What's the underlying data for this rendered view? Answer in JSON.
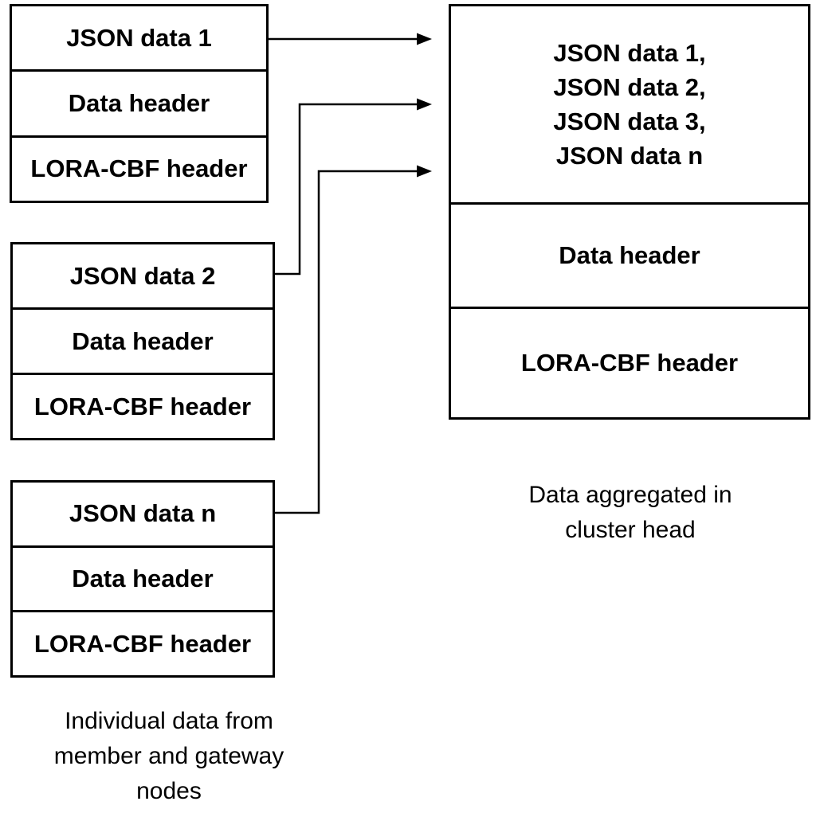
{
  "diagram": {
    "source_packets": [
      {
        "rows": [
          "JSON data 1",
          "Data header",
          "LORA-CBF header"
        ]
      },
      {
        "rows": [
          "JSON data 2",
          "Data header",
          "LORA-CBF header"
        ]
      },
      {
        "rows": [
          "JSON data n",
          "Data header",
          "LORA-CBF header"
        ]
      }
    ],
    "aggregated_packet": {
      "payload_lines": [
        "JSON data 1,",
        "JSON data 2,",
        "JSON data 3,",
        "JSON data n"
      ],
      "data_header": "Data header",
      "lora_cbf_header": "LORA-CBF header"
    },
    "captions": {
      "left_lines": [
        "Individual data from",
        "member and gateway",
        "nodes"
      ],
      "right_lines": [
        "Data aggregated in",
        "cluster head"
      ]
    },
    "colors": {
      "line": "#000000",
      "background": "#ffffff",
      "text": "#000000"
    }
  }
}
